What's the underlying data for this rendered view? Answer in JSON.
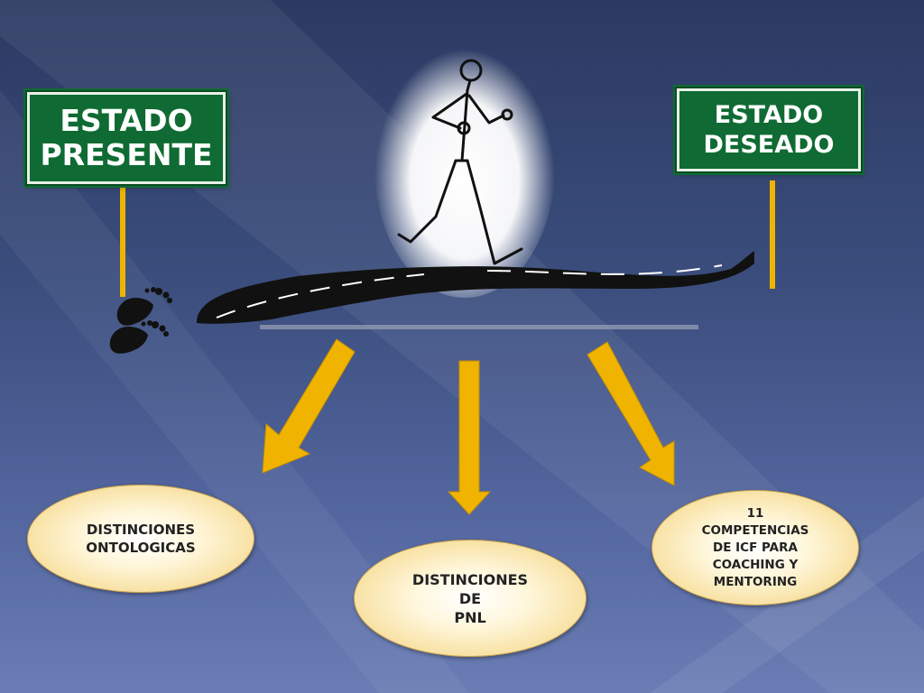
{
  "signs": {
    "present": [
      "ESTADO",
      "PRESENTE"
    ],
    "desired": [
      "ESTADO",
      "DESEADO"
    ]
  },
  "bubbles": {
    "ontologicas": [
      "DISTINCIONES",
      "ONTOLOGICAS"
    ],
    "pnl": [
      "DISTINCIONES",
      "DE",
      "PNL"
    ],
    "icf": [
      "11",
      "COMPETENCIAS",
      "DE ICF PARA",
      "COACHING Y",
      "MENTORING"
    ]
  },
  "colors": {
    "sign_green": "#0f6b33",
    "arrow_gold": "#f0b400",
    "road": "#111111",
    "bubble_fill": "#f6dc96"
  },
  "icons": [
    "footprints-icon",
    "walking-person-icon",
    "road-icon"
  ]
}
